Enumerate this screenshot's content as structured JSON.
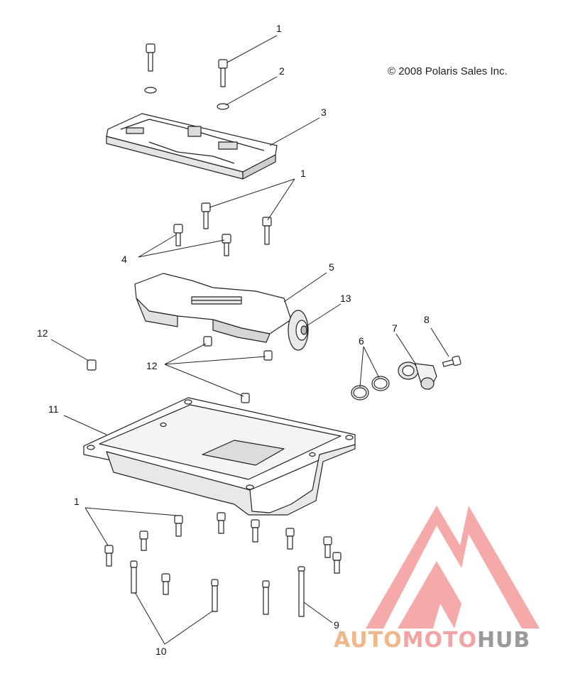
{
  "copyright": "© 2008 Polaris Sales Inc.",
  "callouts": {
    "c1_top": "1",
    "c2": "2",
    "c3": "3",
    "c1_mid": "1",
    "c4": "4",
    "c5": "5",
    "c13": "13",
    "c6": "6",
    "c7": "7",
    "c8": "8",
    "c12_left": "12",
    "c12_mid": "12",
    "c11": "11",
    "c1_bottom": "1",
    "c9": "9",
    "c10": "10"
  },
  "watermark": {
    "part1": "AUTO",
    "part2": "MOTO",
    "part3": "HUB"
  },
  "colors": {
    "line": "#222222",
    "part_fill": "#ffffff",
    "part_shade": "#d9d9d9",
    "logo_red": "#f08a8a",
    "logo_orange": "#f0b88a",
    "logo_gray": "#9a9a9a"
  }
}
